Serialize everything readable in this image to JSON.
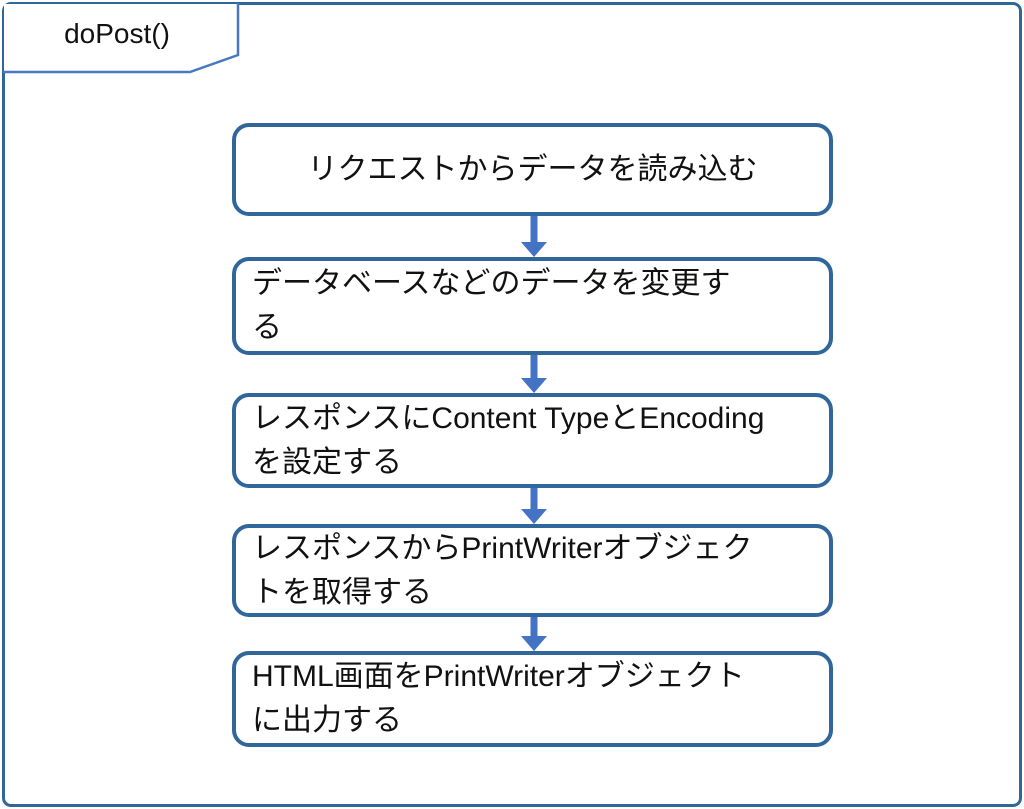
{
  "diagram": {
    "title": "doPost()",
    "steps": [
      {
        "label": "リクエストからデータを読み込む",
        "lines": [
          "リクエストからデータを読み込む"
        ]
      },
      {
        "label": "データベースなどのデータを変更する",
        "lines": [
          "データベースなどのデータを変更す",
          "る"
        ]
      },
      {
        "label": "レスポンスにContent TypeとEncodingを設定する",
        "lines": [
          "レスポンスにContent TypeとEncoding",
          "を設定する"
        ]
      },
      {
        "label": "レスポンスからPrintWriterオブジェクトを取得する",
        "lines": [
          "レスポンスからPrintWriterオブジェク",
          "トを取得する"
        ]
      },
      {
        "label": "HTML画面をPrintWriterオブジェクトに出力する",
        "lines": [
          "HTML画面をPrintWriterオブジェクト",
          "に出力する"
        ]
      }
    ],
    "colors": {
      "frame_border": "#31669B",
      "box_border": "#31669B",
      "tab_border": "#4879BE",
      "arrow": "#4472C4",
      "text": "#111111",
      "background": "#FFFFFF"
    }
  }
}
